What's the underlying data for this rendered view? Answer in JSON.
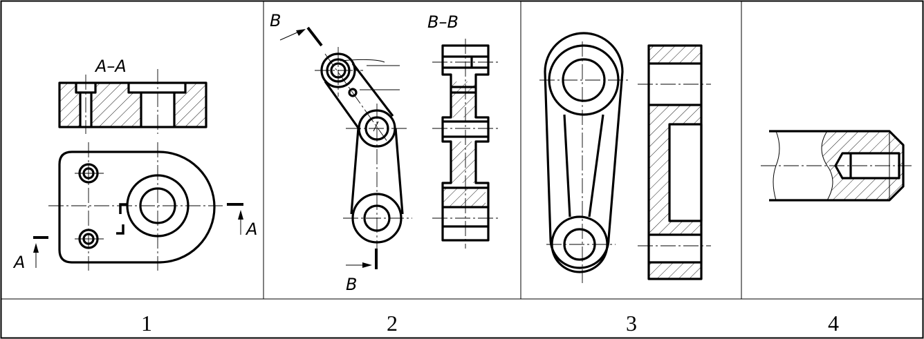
{
  "panels": [
    {
      "number": "1",
      "labels": {
        "section": "A–A",
        "cut_left": "A",
        "cut_right": "A"
      }
    },
    {
      "number": "2",
      "labels": {
        "section": "B–B",
        "cut_top": "B",
        "cut_bottom": "B"
      }
    },
    {
      "number": "3"
    },
    {
      "number": "4"
    }
  ]
}
